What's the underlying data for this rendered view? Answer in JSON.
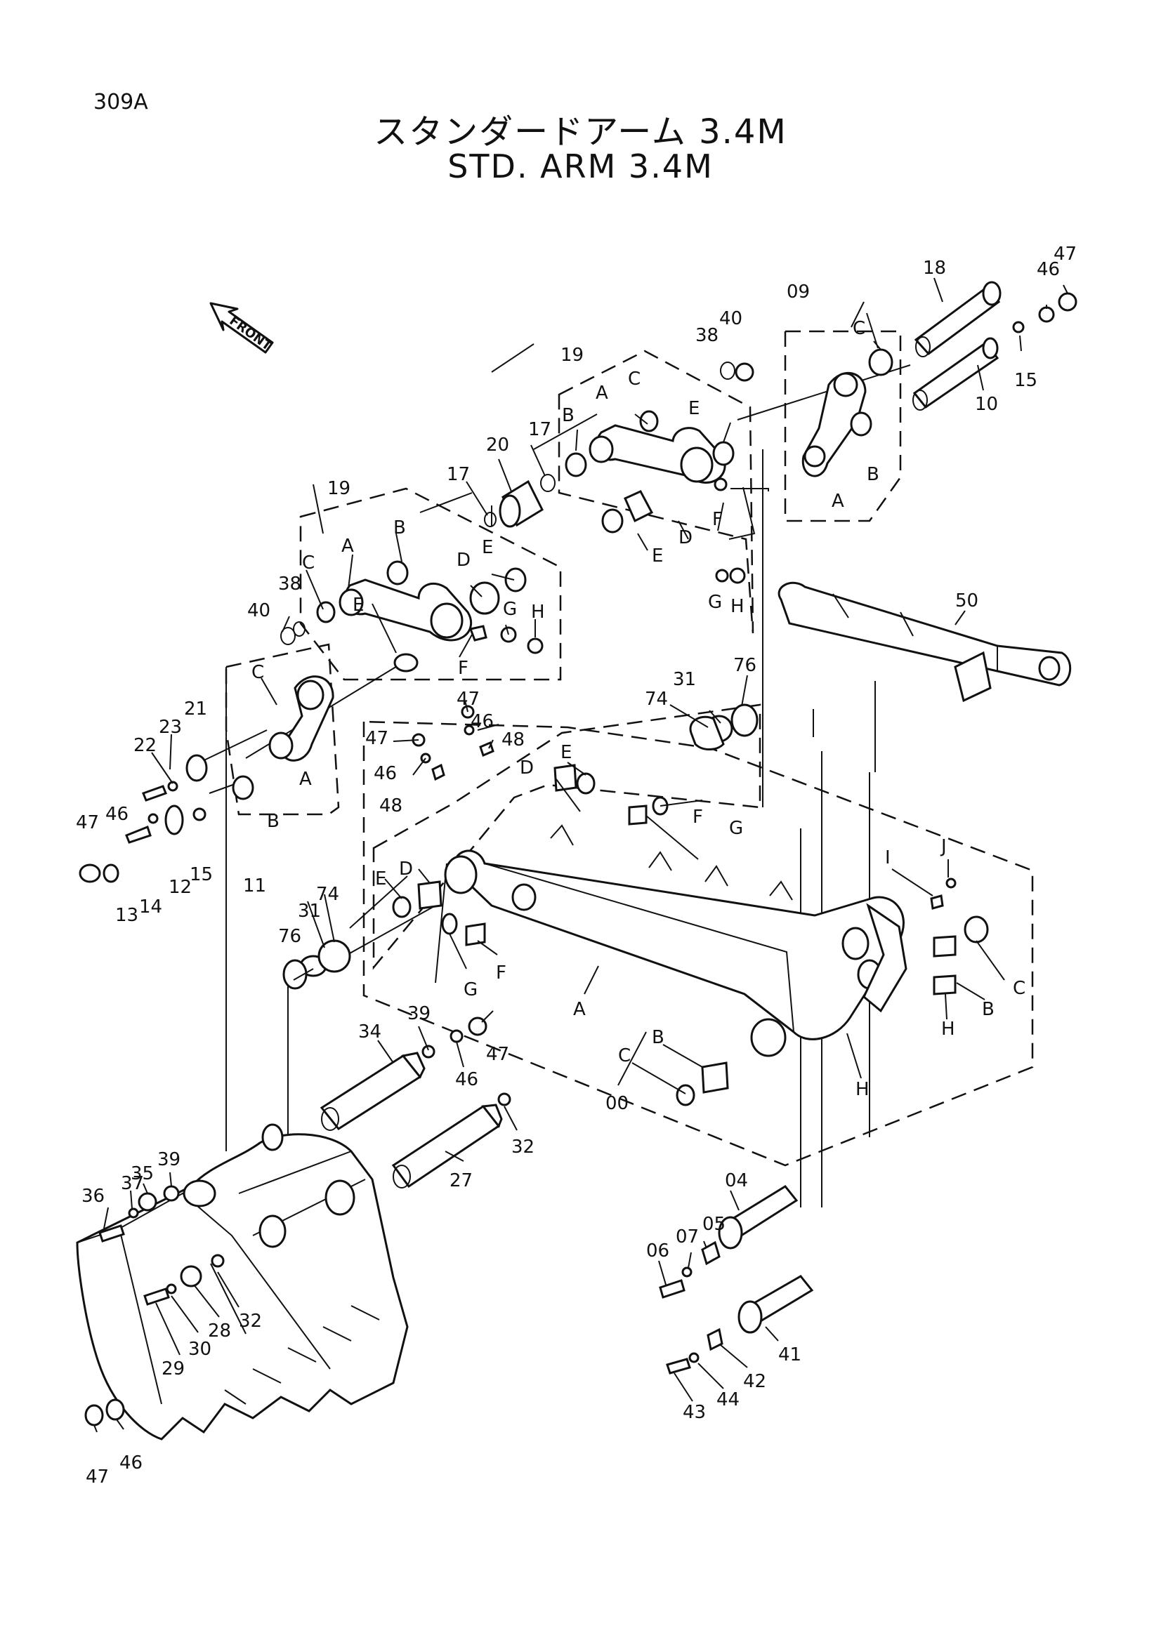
{
  "header": {
    "page_code": "309A",
    "title_jp": "スタンダードアーム 3.4M",
    "title_en": "STD. ARM 3.4M"
  },
  "front_indicator": "FRONT",
  "callouts": [
    {
      "id": "c01",
      "text": "18"
    },
    {
      "id": "c02",
      "text": "46"
    },
    {
      "id": "c03",
      "text": "47"
    },
    {
      "id": "c04",
      "text": "09"
    },
    {
      "id": "c05",
      "text": "40"
    },
    {
      "id": "c06",
      "text": "38"
    },
    {
      "id": "c07",
      "text": "C"
    },
    {
      "id": "c08",
      "text": "15"
    },
    {
      "id": "c09",
      "text": "10"
    },
    {
      "id": "c10",
      "text": "19"
    },
    {
      "id": "c11",
      "text": "C"
    },
    {
      "id": "c12",
      "text": "A"
    },
    {
      "id": "c13",
      "text": "B"
    },
    {
      "id": "c14",
      "text": "E"
    },
    {
      "id": "c15",
      "text": "17"
    },
    {
      "id": "c16",
      "text": "20"
    },
    {
      "id": "c17",
      "text": "B"
    },
    {
      "id": "c18",
      "text": "A"
    },
    {
      "id": "c19",
      "text": "F"
    },
    {
      "id": "c20",
      "text": "D"
    },
    {
      "id": "c21",
      "text": "E"
    },
    {
      "id": "c22",
      "text": "G"
    },
    {
      "id": "c23",
      "text": "H"
    },
    {
      "id": "c24",
      "text": "19"
    },
    {
      "id": "c25",
      "text": "17"
    },
    {
      "id": "c26",
      "text": "B"
    },
    {
      "id": "c27",
      "text": "E"
    },
    {
      "id": "c28",
      "text": "A"
    },
    {
      "id": "c29",
      "text": "C"
    },
    {
      "id": "c30",
      "text": "D"
    },
    {
      "id": "c31",
      "text": "38"
    },
    {
      "id": "c32",
      "text": "40"
    },
    {
      "id": "c33",
      "text": "E"
    },
    {
      "id": "c34",
      "text": "G"
    },
    {
      "id": "c35",
      "text": "H"
    },
    {
      "id": "c36",
      "text": "F"
    },
    {
      "id": "c37",
      "text": "50"
    },
    {
      "id": "c38",
      "text": "C"
    },
    {
      "id": "c39",
      "text": "21"
    },
    {
      "id": "c40",
      "text": "23"
    },
    {
      "id": "c41",
      "text": "22"
    },
    {
      "id": "c42",
      "text": "B"
    },
    {
      "id": "c43",
      "text": "A"
    },
    {
      "id": "c44",
      "text": "47"
    },
    {
      "id": "c45",
      "text": "46"
    },
    {
      "id": "c46",
      "text": "13"
    },
    {
      "id": "c47",
      "text": "14"
    },
    {
      "id": "c48",
      "text": "12"
    },
    {
      "id": "c49",
      "text": "15"
    },
    {
      "id": "c50",
      "text": "11"
    },
    {
      "id": "c51",
      "text": "47"
    },
    {
      "id": "c52",
      "text": "46"
    },
    {
      "id": "c53",
      "text": "48"
    },
    {
      "id": "c54",
      "text": "76"
    },
    {
      "id": "c55",
      "text": "31"
    },
    {
      "id": "c56",
      "text": "74"
    },
    {
      "id": "c57",
      "text": "47"
    },
    {
      "id": "c58",
      "text": "46"
    },
    {
      "id": "c59",
      "text": "48"
    },
    {
      "id": "c60",
      "text": "E"
    },
    {
      "id": "c61",
      "text": "D"
    },
    {
      "id": "c62",
      "text": "G"
    },
    {
      "id": "c63",
      "text": "F"
    },
    {
      "id": "c64",
      "text": "E"
    },
    {
      "id": "c65",
      "text": "D"
    },
    {
      "id": "c66",
      "text": "74"
    },
    {
      "id": "c67",
      "text": "31"
    },
    {
      "id": "c68",
      "text": "76"
    },
    {
      "id": "c69",
      "text": "G"
    },
    {
      "id": "c70",
      "text": "F"
    },
    {
      "id": "c71",
      "text": "J"
    },
    {
      "id": "c72",
      "text": "I"
    },
    {
      "id": "c73",
      "text": "A"
    },
    {
      "id": "c74",
      "text": "B"
    },
    {
      "id": "c75",
      "text": "C"
    },
    {
      "id": "c76",
      "text": "00"
    },
    {
      "id": "c77",
      "text": "B"
    },
    {
      "id": "c78",
      "text": "C"
    },
    {
      "id": "c79",
      "text": "H"
    },
    {
      "id": "c80",
      "text": "H"
    },
    {
      "id": "c81",
      "text": "39"
    },
    {
      "id": "c82",
      "text": "34"
    },
    {
      "id": "c83",
      "text": "46"
    },
    {
      "id": "c84",
      "text": "47"
    },
    {
      "id": "c85",
      "text": "32"
    },
    {
      "id": "c86",
      "text": "27"
    },
    {
      "id": "c87",
      "text": "39"
    },
    {
      "id": "c88",
      "text": "35"
    },
    {
      "id": "c89",
      "text": "37"
    },
    {
      "id": "c90",
      "text": "36"
    },
    {
      "id": "c91",
      "text": "32"
    },
    {
      "id": "c92",
      "text": "28"
    },
    {
      "id": "c93",
      "text": "30"
    },
    {
      "id": "c94",
      "text": "29"
    },
    {
      "id": "c95",
      "text": "47"
    },
    {
      "id": "c96",
      "text": "46"
    },
    {
      "id": "c97",
      "text": "04"
    },
    {
      "id": "c98",
      "text": "05"
    },
    {
      "id": "c99",
      "text": "07"
    },
    {
      "id": "c100",
      "text": "06"
    },
    {
      "id": "c101",
      "text": "41"
    },
    {
      "id": "c102",
      "text": "42"
    },
    {
      "id": "c103",
      "text": "44"
    },
    {
      "id": "c104",
      "text": "43"
    }
  ]
}
